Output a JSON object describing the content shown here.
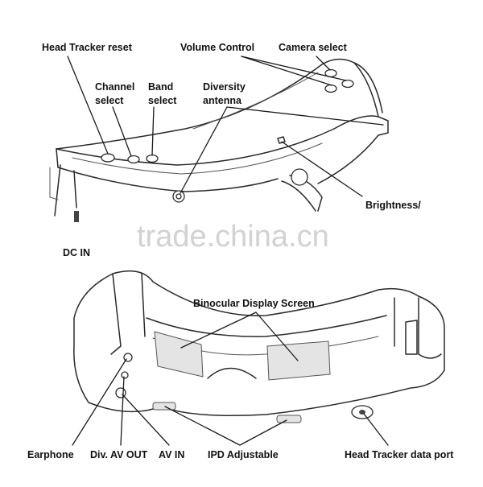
{
  "diagram": {
    "top_labels": {
      "head_tracker_reset": "Head Tracker reset",
      "volume_control": "Volume Control",
      "camera_select": "Camera select",
      "channel_select_1": "Channel",
      "channel_select_2": "select",
      "band_select_1": "Band",
      "band_select_2": "select",
      "diversity_antenna_1": "Diversity",
      "diversity_antenna_2": "antenna",
      "brightness": "Brightness/",
      "dc_in": "DC IN"
    },
    "bottom_labels": {
      "binocular_display_screen": "Binocular Display Screen",
      "earphone": "Earphone",
      "div_av_out": "Div. AV OUT",
      "av_in": "AV IN",
      "ipd_adjustable": "IPD Adjustable",
      "head_tracker_data_port": "Head Tracker data port"
    },
    "watermark": "trade.china.cn"
  },
  "colors": {
    "line": "#1a1a1a",
    "text": "#111111",
    "watermark": "#d2d2d2"
  }
}
